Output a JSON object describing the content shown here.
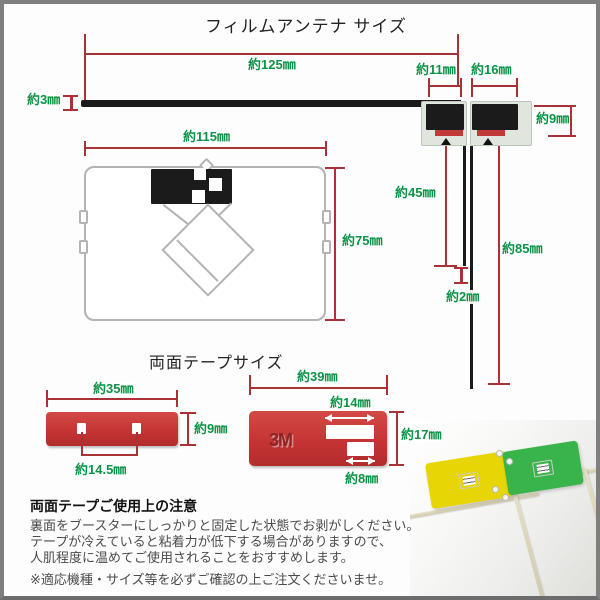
{
  "title": "フィルムアンテナ サイズ",
  "film": {
    "bar_length": "約125㎜",
    "bar_thickness": "約3㎜",
    "pad_left_width": "約11㎜",
    "pad_right_width": "約16㎜",
    "pad_height": "約9㎜",
    "tail_short_length": "約45㎜",
    "tail_long_length": "約85㎜",
    "tail_width": "約2㎜",
    "gps_width": "約115㎜",
    "gps_height": "約75㎜"
  },
  "tape": {
    "section_title": "両面テープサイズ",
    "strip": {
      "width": "約35㎜",
      "height": "約9㎜",
      "hole_spacing": "約14.5㎜"
    },
    "pad": {
      "width": "約39㎜",
      "height": "約17㎜",
      "slot_top_width": "約14㎜",
      "slot_bottom_width": "約8㎜",
      "brand": "3M"
    }
  },
  "notes": {
    "heading": "両面テープご使用上の注意",
    "lines": [
      "裏面をブースターにしっかりと固定した状態でお剥がしください。",
      "テープが冷えていると粘着力が低下する場合がありますので、",
      "人肌程度に温めてご使用されることをおすすめします。"
    ],
    "caution": "※適応機種・サイズ等を必ずご確認の上ご注文くださいませ。"
  },
  "colors": {
    "dimension_red": "#a83238",
    "label_green": "#0d9348",
    "element_black": "#1b1b1b",
    "film_sage": "#e0e6de",
    "tape_red": "#c53434",
    "photo_yellow": "#e7d506",
    "photo_green": "#38b44a"
  }
}
